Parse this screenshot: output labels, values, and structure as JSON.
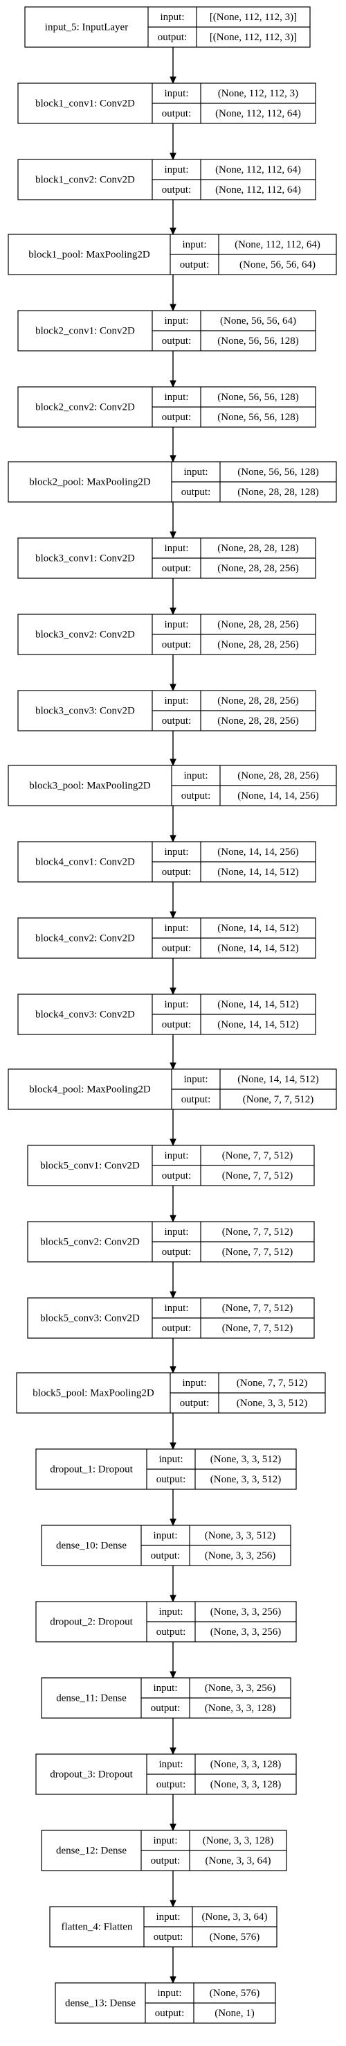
{
  "labels": {
    "input": "input:",
    "output": "output:"
  },
  "layers": [
    {
      "name": "input_5: InputLayer",
      "input": "[(None, 112, 112, 3)]",
      "output": "[(None, 112, 112, 3)]"
    },
    {
      "name": "block1_conv1: Conv2D",
      "input": "(None, 112, 112, 3)",
      "output": "(None, 112, 112, 64)"
    },
    {
      "name": "block1_conv2: Conv2D",
      "input": "(None, 112, 112, 64)",
      "output": "(None, 112, 112, 64)"
    },
    {
      "name": "block1_pool: MaxPooling2D",
      "input": "(None, 112, 112, 64)",
      "output": "(None, 56, 56, 64)"
    },
    {
      "name": "block2_conv1: Conv2D",
      "input": "(None, 56, 56, 64)",
      "output": "(None, 56, 56, 128)"
    },
    {
      "name": "block2_conv2: Conv2D",
      "input": "(None, 56, 56, 128)",
      "output": "(None, 56, 56, 128)"
    },
    {
      "name": "block2_pool: MaxPooling2D",
      "input": "(None, 56, 56, 128)",
      "output": "(None, 28, 28, 128)"
    },
    {
      "name": "block3_conv1: Conv2D",
      "input": "(None, 28, 28, 128)",
      "output": "(None, 28, 28, 256)"
    },
    {
      "name": "block3_conv2: Conv2D",
      "input": "(None, 28, 28, 256)",
      "output": "(None, 28, 28, 256)"
    },
    {
      "name": "block3_conv3: Conv2D",
      "input": "(None, 28, 28, 256)",
      "output": "(None, 28, 28, 256)"
    },
    {
      "name": "block3_pool: MaxPooling2D",
      "input": "(None, 28, 28, 256)",
      "output": "(None, 14, 14, 256)"
    },
    {
      "name": "block4_conv1: Conv2D",
      "input": "(None, 14, 14, 256)",
      "output": "(None, 14, 14, 512)"
    },
    {
      "name": "block4_conv2: Conv2D",
      "input": "(None, 14, 14, 512)",
      "output": "(None, 14, 14, 512)"
    },
    {
      "name": "block4_conv3: Conv2D",
      "input": "(None, 14, 14, 512)",
      "output": "(None, 14, 14, 512)"
    },
    {
      "name": "block4_pool: MaxPooling2D",
      "input": "(None, 14, 14, 512)",
      "output": "(None, 7, 7, 512)"
    },
    {
      "name": "block5_conv1: Conv2D",
      "input": "(None, 7, 7, 512)",
      "output": "(None, 7, 7, 512)"
    },
    {
      "name": "block5_conv2: Conv2D",
      "input": "(None, 7, 7, 512)",
      "output": "(None, 7, 7, 512)"
    },
    {
      "name": "block5_conv3: Conv2D",
      "input": "(None, 7, 7, 512)",
      "output": "(None, 7, 7, 512)"
    },
    {
      "name": "block5_pool: MaxPooling2D",
      "input": "(None, 7, 7, 512)",
      "output": "(None, 3, 3, 512)"
    },
    {
      "name": "dropout_1: Dropout",
      "input": "(None, 3, 3, 512)",
      "output": "(None, 3, 3, 512)"
    },
    {
      "name": "dense_10: Dense",
      "input": "(None, 3, 3, 512)",
      "output": "(None, 3, 3, 256)"
    },
    {
      "name": "dropout_2: Dropout",
      "input": "(None, 3, 3, 256)",
      "output": "(None, 3, 3, 256)"
    },
    {
      "name": "dense_11: Dense",
      "input": "(None, 3, 3, 256)",
      "output": "(None, 3, 3, 128)"
    },
    {
      "name": "dropout_3: Dropout",
      "input": "(None, 3, 3, 128)",
      "output": "(None, 3, 3, 128)"
    },
    {
      "name": "dense_12: Dense",
      "input": "(None, 3, 3, 128)",
      "output": "(None, 3, 3, 64)"
    },
    {
      "name": "flatten_4: Flatten",
      "input": "(None, 3, 3, 64)",
      "output": "(None, 576)"
    },
    {
      "name": "dense_13: Dense",
      "input": "(None, 576)",
      "output": "(None, 1)"
    }
  ]
}
